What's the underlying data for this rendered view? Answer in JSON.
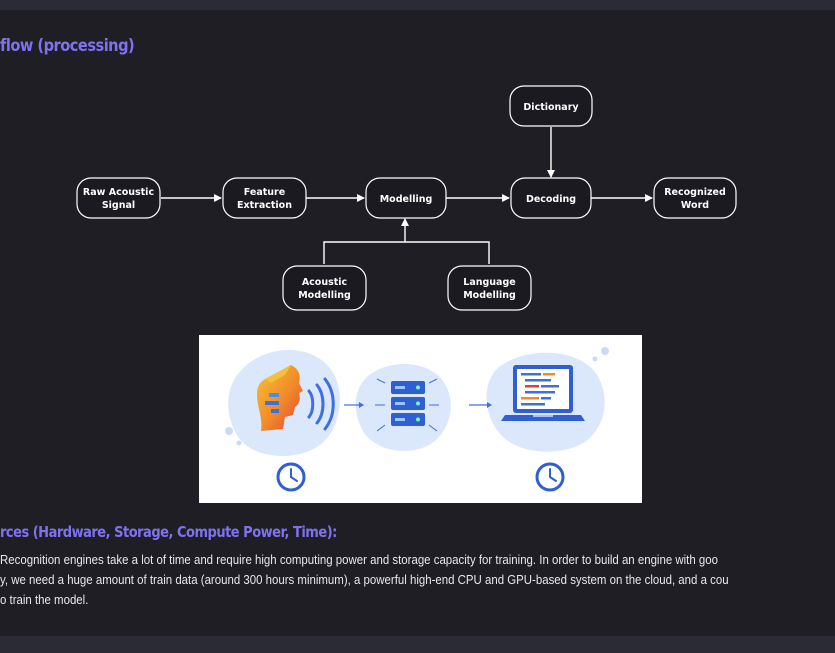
{
  "headings": {
    "flow": "flow (processing)",
    "resources": "rces (Hardware, Storage, Compute Power, Time):"
  },
  "diagram": {
    "nodes": {
      "raw_signal": [
        "Raw Acoustic",
        "Signal"
      ],
      "feature_extraction": [
        "Feature",
        "Extraction"
      ],
      "modelling": [
        "Modelling"
      ],
      "decoding": [
        "Decoding"
      ],
      "recognized_word": [
        "Recognized",
        "Word"
      ],
      "dictionary": [
        "Dictionary"
      ],
      "acoustic_modelling": [
        "Acoustic",
        "Modelling"
      ],
      "language_modelling": [
        "Language",
        "Modelling"
      ]
    }
  },
  "illustration": {
    "icons": [
      "speaking-head-icon",
      "server-icon",
      "laptop-code-icon",
      "clock-icon"
    ],
    "colors": {
      "accent_blue": "#3d6fe0",
      "blob": "#dbe7fb",
      "head_orange": "#f4a325",
      "head_red": "#e8453c"
    }
  },
  "paragraph": {
    "lines": [
      " Recognition engines take a lot of time and require high computing power and storage capacity for training. In order to build an engine with goo",
      "y, we need a huge amount of train data (around 300 hours minimum), a powerful high-end CPU and GPU-based system on the cloud, and a cou",
      "o train the model."
    ]
  },
  "colors": {
    "background": "#1e1e24",
    "heading": "#7f72f0",
    "text": "#e8e8ec"
  }
}
